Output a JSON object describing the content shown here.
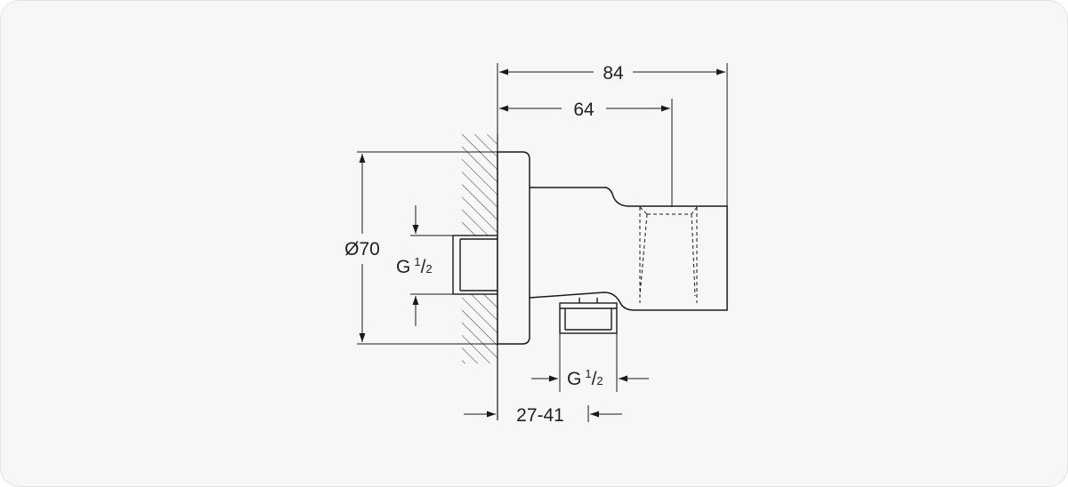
{
  "dimensions": {
    "overall_length": "84",
    "body_length": "64",
    "flange_diameter": "Ø70",
    "wall_thread": "G",
    "outlet_thread": "G",
    "thread_fraction_numerator": "1",
    "thread_fraction_denominator": "2",
    "wall_adjustment": "27-41"
  },
  "colors": {
    "line": "#1a1a1a",
    "background": "#f7f7f8"
  }
}
